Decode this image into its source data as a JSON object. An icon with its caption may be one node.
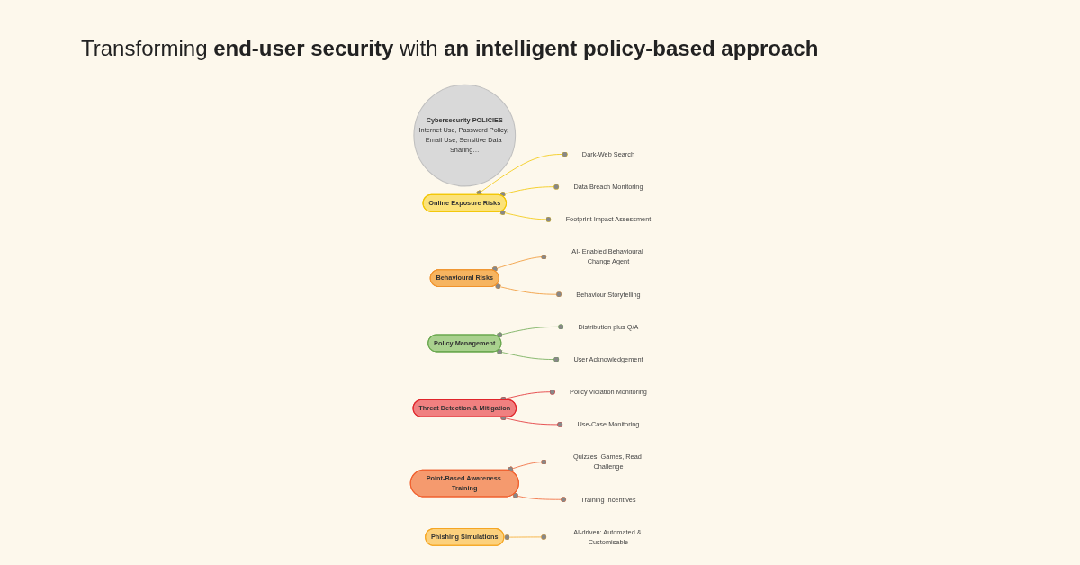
{
  "diagram": {
    "title": "Transforming **end-user security** with **an intelligent policy-based approach**",
    "nodes": [
      {
        "text": [
          "Cybersecurity POLICIES",
          "Internet Use, Password Policy, Email Use, Sensitive Data Sharing…"
        ]
      },
      {
        "text": [
          "Online Exposure Risks"
        ]
      },
      {
        "text": [
          "Dark-Web Search"
        ]
      },
      {
        "text": [
          "Data Breach Monitoring"
        ]
      },
      {
        "text": [
          "Footprint Impact Assessment"
        ]
      },
      {
        "text": [
          "Behavioural Risks"
        ]
      },
      {
        "text": [
          "AI- Enabled Behavioural Change Agent"
        ]
      },
      {
        "text": [
          "Behaviour Storytelling"
        ]
      },
      {
        "text": [
          "Policy Management"
        ]
      },
      {
        "text": [
          "Distribution plus Q/A"
        ]
      },
      {
        "text": [
          "User Acknowledgement"
        ]
      },
      {
        "text": [
          "Threat Detection & Mitigation"
        ]
      },
      {
        "text": [
          "Policy Violation Monitoring"
        ]
      },
      {
        "text": [
          "Use-Case Monitoring"
        ]
      },
      {
        "text": [
          "Point-Based Awareness Training"
        ]
      },
      {
        "text": [
          "Quizzes, Games, Read Challenge"
        ]
      },
      {
        "text": [
          "Training Incentives"
        ]
      },
      {
        "text": [
          "Phishing Simulations"
        ]
      },
      {
        "text": [
          "AI-driven: Automated & Customisable"
        ]
      }
    ],
    "edges": [
      {
        "from": 1,
        "to": 2,
        "arrow": "other",
        "color": "#f2c500"
      },
      {
        "from": 1,
        "to": 3,
        "arrow": "other",
        "color": "#f2c500"
      },
      {
        "from": 1,
        "to": 4,
        "arrow": "other",
        "color": "#f2c500"
      },
      {
        "from": 5,
        "to": 6,
        "arrow": "other",
        "color": "#f0922b"
      },
      {
        "from": 5,
        "to": 7,
        "arrow": "other",
        "color": "#f0922b"
      },
      {
        "from": 8,
        "to": 9,
        "arrow": "other",
        "color": "#6aa84f"
      },
      {
        "from": 8,
        "to": 10,
        "arrow": "other",
        "color": "#6aa84f"
      },
      {
        "from": 11,
        "to": 12,
        "arrow": "other",
        "color": "#e0262b"
      },
      {
        "from": 11,
        "to": 13,
        "arrow": "other",
        "color": "#e0262b"
      },
      {
        "from": 14,
        "to": 15,
        "arrow": "other",
        "color": "#f0602e"
      },
      {
        "from": 14,
        "to": 16,
        "arrow": "other",
        "color": "#f0602e"
      },
      {
        "from": 17,
        "to": 18,
        "arrow": "other",
        "color": "#f5a623"
      }
    ]
  }
}
